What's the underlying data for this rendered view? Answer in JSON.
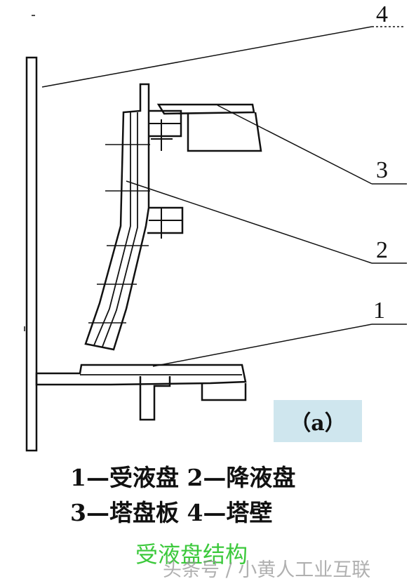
{
  "diagram": {
    "callouts": {
      "c1": "1",
      "c2": "2",
      "c3": "3",
      "c4": "4"
    },
    "badge_label": "（a）"
  },
  "legend": {
    "line1": "1—受液盘 2—降液盘",
    "line2": "3—塔盘板 4—塔壁"
  },
  "caption": "受液盘结构",
  "watermark": "头条号 / 小黄人工业互联",
  "colors": {
    "line": "#111111",
    "badge_bg": "#cfe6ee",
    "caption": "#3cc93c"
  }
}
